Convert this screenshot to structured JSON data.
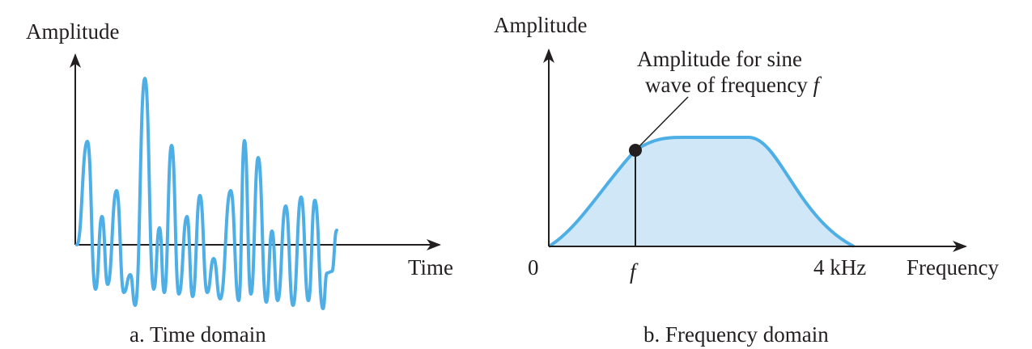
{
  "panels": {
    "time": {
      "y_label": "Amplitude",
      "x_label": "Time",
      "caption": "a. Time domain"
    },
    "frequency": {
      "y_label": "Amplitude",
      "x_label": "Frequency",
      "origin_label": "0",
      "f_tick_label": "f",
      "max_tick_label": "4 kHz",
      "annotation_line1": "Amplitude for sine",
      "annotation_line2_text": "wave of frequency ",
      "annotation_line2_var": "f",
      "caption": "b. Frequency domain"
    }
  },
  "colors": {
    "signal": "#4eaee6",
    "fill": "#cfe7f6",
    "axis": "#231f20"
  }
}
